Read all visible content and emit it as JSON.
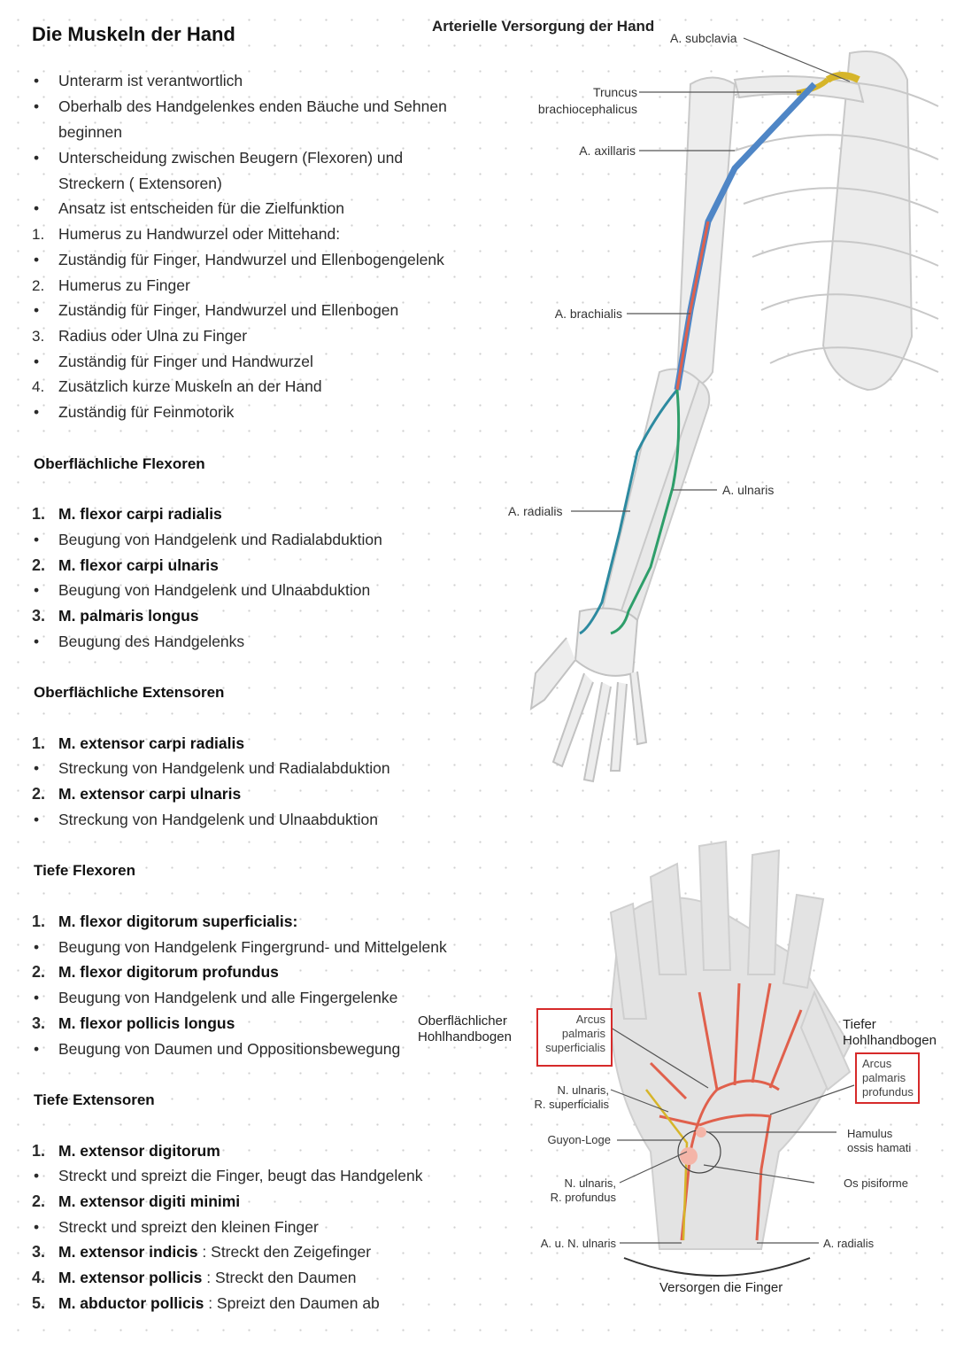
{
  "title": "Die Muskeln der Hand",
  "intro": [
    {
      "marker": "•",
      "text": "Unterarm ist verantwortlich"
    },
    {
      "marker": "•",
      "text": "Oberhalb des Handgelenkes enden Bäuche und Sehnen"
    },
    {
      "marker": "",
      "text": "beginnen"
    },
    {
      "marker": "•",
      "text": "Unterscheidung zwischen Beugern (Flexoren) und"
    },
    {
      "marker": "",
      "text": "Streckern ( Extensoren)"
    },
    {
      "marker": "•",
      "text": "Ansatz ist entscheiden für die Zielfunktion"
    },
    {
      "marker": "1.",
      "text": "Humerus zu Handwurzel oder Mittehand:"
    },
    {
      "marker": "•",
      "text": "Zuständig für Finger, Handwurzel und Ellenbogengelenk"
    },
    {
      "marker": "2.",
      "text": "Humerus zu Finger"
    },
    {
      "marker": "•",
      "text": "Zuständig für Finger, Handwurzel und Ellenbogen"
    },
    {
      "marker": "3.",
      "text": "Radius oder Ulna zu Finger"
    },
    {
      "marker": "•",
      "text": "Zuständig für Finger und Handwurzel"
    },
    {
      "marker": "4.",
      "text": "Zusätzlich kurze Muskeln an der Hand"
    },
    {
      "marker": "•",
      "text": "Zuständig für Feinmotorik"
    }
  ],
  "sections": {
    "oberflaechliche_flexoren": {
      "heading": "Oberflächliche Flexoren",
      "items": [
        {
          "num": "1.",
          "name": "M. flexor carpi radialis",
          "desc": "Beugung von Handgelenk und Radialabduktion"
        },
        {
          "num": "2.",
          "name": "M. flexor carpi ulnaris",
          "desc": "Beugung von Handgelenk und Ulnaabduktion"
        },
        {
          "num": "3.",
          "name": "M. palmaris longus",
          "desc": "Beugung des Handgelenks"
        }
      ]
    },
    "oberflaechliche_extensoren": {
      "heading": "Oberflächliche Extensoren",
      "items": [
        {
          "num": "1.",
          "name": "M. extensor carpi radialis",
          "desc": "Streckung von Handgelenk und Radialabduktion"
        },
        {
          "num": "2.",
          "name": "M. extensor carpi ulnaris",
          "desc": "Streckung von Handgelenk und Ulnaabduktion"
        }
      ]
    },
    "tiefe_flexoren": {
      "heading": "Tiefe Flexoren",
      "items": [
        {
          "num": "1.",
          "name": "M. flexor digitorum superficialis:",
          "desc": "Beugung von Handgelenk Fingergrund- und Mittelgelenk"
        },
        {
          "num": "2.",
          "name": "M. flexor digitorum profundus",
          "desc": "Beugung von Handgelenk und alle Fingergelenke"
        },
        {
          "num": "3.",
          "name": "M. flexor pollicis longus",
          "desc": "Beugung von Daumen und Oppositionsbewegung"
        }
      ]
    },
    "tiefe_extensoren": {
      "heading": "Tiefe Extensoren",
      "items": [
        {
          "num": "1.",
          "name": "M. extensor digitorum",
          "desc": "Streckt und spreizt die Finger, beugt das Handgelenk"
        },
        {
          "num": "2.",
          "name": "M. extensor digiti minimi",
          "desc": "Streckt und spreizt den kleinen Finger"
        },
        {
          "num": "3.",
          "name": "M. extensor indicis",
          "desc": ": Streckt den Zeigefinger"
        },
        {
          "num": "4.",
          "name": "M. extensor pollicis",
          "desc": ": Streckt den Daumen"
        },
        {
          "num": "5.",
          "name": "M. abductor pollicis",
          "desc": ": Spreizt den Daumen ab"
        }
      ]
    }
  },
  "figure_arm": {
    "title": "Arterielle Versorgung der Hand",
    "labels": {
      "subclavia": "A. subclavia",
      "truncus_1": "Truncus",
      "truncus_2": "brachiocephalicus",
      "axillaris": "A. axillaris",
      "brachialis": "A. brachialis",
      "ulnaris": "A. ulnaris",
      "radialis": "A. radialis"
    }
  },
  "figure_hand": {
    "left_caption_1": "Oberflächlicher",
    "left_caption_2": "Hohlhandbogen",
    "right_caption_1": "Tiefer",
    "right_caption_2": "Hohlhandbogen",
    "box_superficialis": [
      "Arcus",
      "palmaris",
      "superficialis"
    ],
    "box_profundus": [
      "Arcus",
      "palmaris",
      "profundus"
    ],
    "labels": {
      "n_ulnaris_sup_1": "N. ulnaris,",
      "n_ulnaris_sup_2": "R. superficialis",
      "guyon": "Guyon-Loge",
      "n_ulnaris_prof_1": "N. ulnaris,",
      "n_ulnaris_prof_2": "R. profundus",
      "a_n_ulnaris": "A. u. N. ulnaris",
      "hamulus_1": "Hamulus",
      "hamulus_2": "ossis hamati",
      "os_pisiforme": "Os pisiforme",
      "a_radialis": "A. radialis"
    },
    "footer": "Versorgen die Finger"
  },
  "colors": {
    "artery_red": "#e0604c",
    "arch_yellow": "#d6b52a",
    "vein_blue": "#4f86c6",
    "ulnar_green": "#2e9e6a",
    "radial_teal": "#2d8aa0",
    "box_red": "#d62a2a"
  }
}
